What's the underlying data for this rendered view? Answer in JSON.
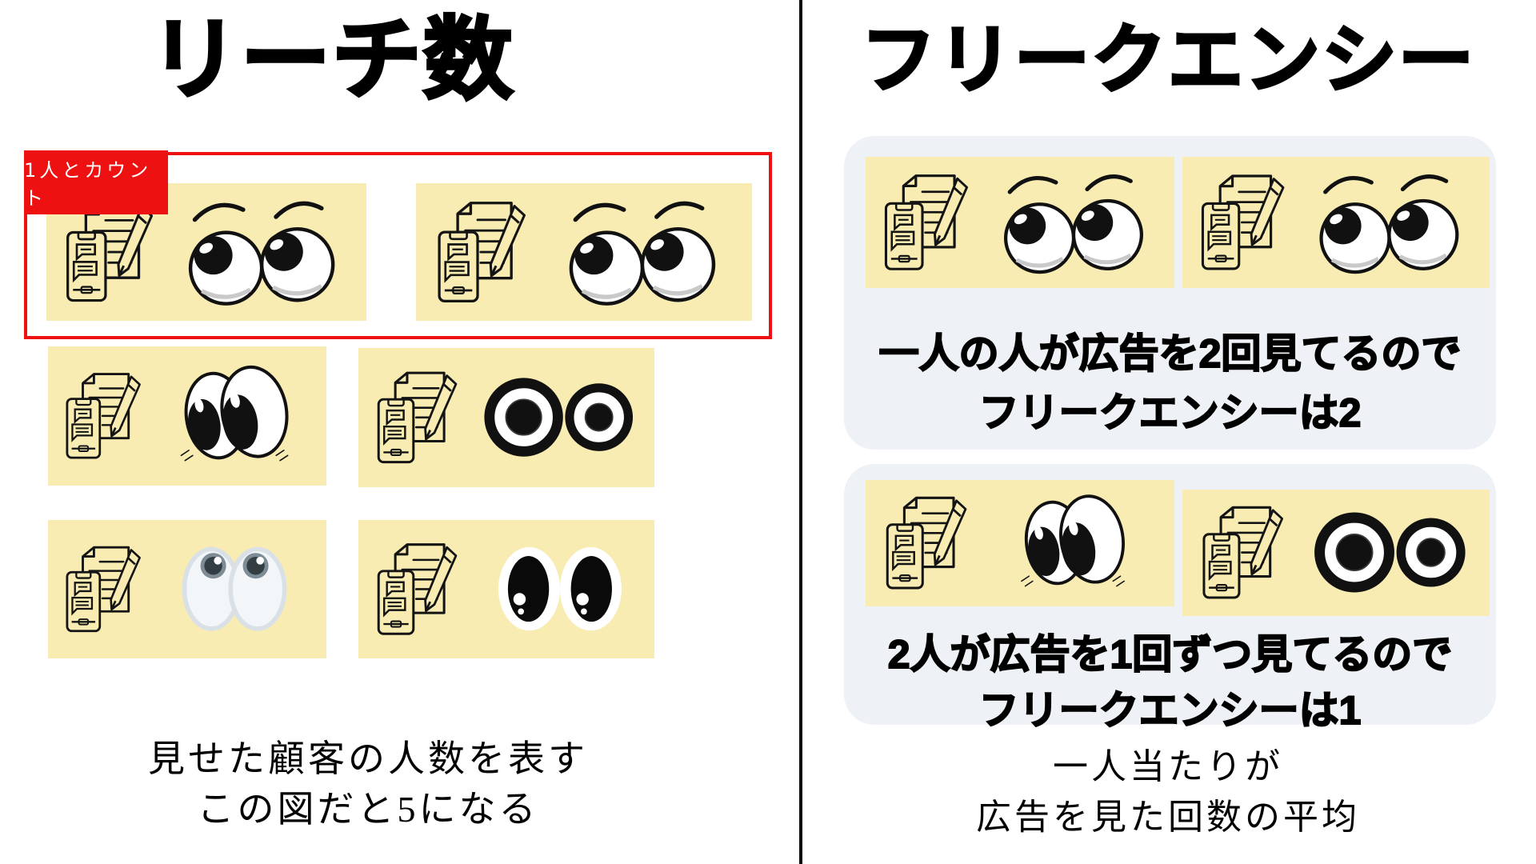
{
  "colors": {
    "card_yellow": "#F8ECB2",
    "panel_gray": "#EEF2F6",
    "accent_red": "#EE1111",
    "ink": "#000000",
    "background": "#FFFFFF"
  },
  "left": {
    "title": "リーチ数",
    "count_badge": "1人とカウント",
    "grid_eye_styles": [
      [
        "eyes-up",
        "eyes-up"
      ],
      [
        "eyes-side",
        "eyes-donut"
      ],
      [
        "eyes-pale",
        "eyes-black-oval"
      ]
    ],
    "caption": [
      "見せた顧客の人数を表す",
      "この図だと5になる"
    ]
  },
  "right": {
    "title": "フリークエンシー",
    "frequency2_box": {
      "eye_styles": [
        "eyes-up",
        "eyes-up"
      ],
      "line1": "一人の人が広告を2回見てるので",
      "line2": "フリークエンシーは2"
    },
    "frequency1_box": {
      "eye_styles": [
        "eyes-side",
        "eyes-donut"
      ],
      "line1": "2人が広告を1回ずつ見てるので",
      "line2": "フリークエンシーは1"
    },
    "caption": [
      "一人当たりが",
      "広告を見た回数の平均"
    ]
  }
}
